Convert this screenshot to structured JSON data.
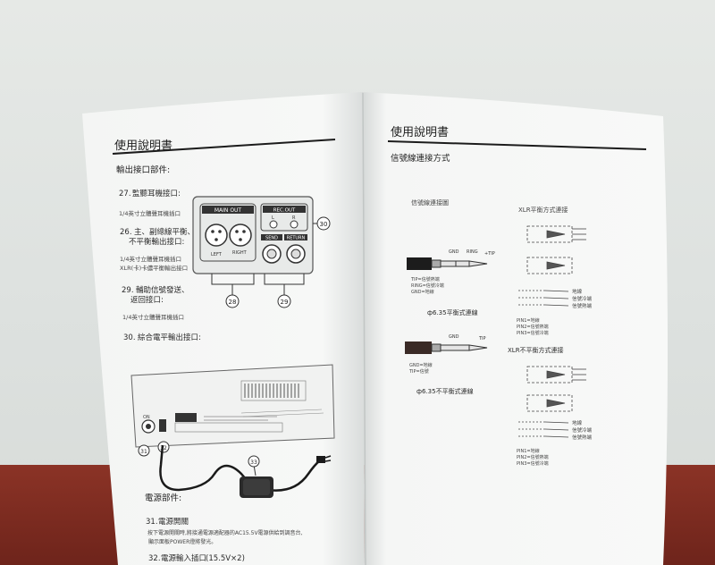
{
  "left_page": {
    "header": "使用說明書",
    "section_title": "輸出接口部件:",
    "items": [
      {
        "num": "27.",
        "title": "監聽耳機接口:",
        "note": "1/4英寸立體聲耳機插口"
      },
      {
        "num": "26.",
        "title": "主、副總線平衡、",
        "title2": "不平衡輸出接口:",
        "note": "1/4英寸立體聲耳機插口",
        "note2": "XLR(卡)卡儂平衡輸出接口"
      },
      {
        "num": "29.",
        "title": "輔助信號發送、",
        "title2": "返回接口:",
        "note": "1/4英寸立體聲耳機插口"
      },
      {
        "num": "30.",
        "title": "綜合電平輸出接口:"
      }
    ],
    "panel": {
      "main_out": "MAIN OUT",
      "left": "LEFT",
      "right": "RIGHT",
      "rec_out": "REC.OUT",
      "l": "L",
      "r": "R",
      "send": "SEND",
      "return": "RETURN",
      "callout_30": "30",
      "callout_28": "28",
      "callout_29": "29"
    },
    "back_callouts": {
      "c31": "31",
      "c32": "32",
      "c33": "33"
    },
    "power_section": "電源部件:",
    "power_items": [
      {
        "num": "31.",
        "title": "電源開關",
        "desc": "按下電源開關時,將接通電源適配器的AC15.5V電源供給到調音台,",
        "desc2": "顯示面板POWER燈將發光。"
      },
      {
        "num": "32.",
        "title": "電源輸入插口",
        "extra": "(15.5V×2)"
      }
    ]
  },
  "right_page": {
    "header": "使用說明書",
    "section_title": "信號線連接方式",
    "diagram_title": "信號線連接圖",
    "xlr_balanced": "XLR平衡方式連接",
    "xlr_unbalanced": "XLR不平衡方式連接",
    "jack_labels": {
      "gnd": "GND",
      "ring": "RING",
      "tip": "TIP",
      "plus": "+TIP"
    },
    "jack1_legend": [
      "TIP=信號熱端",
      "RING=信號冷端",
      "GND=地線"
    ],
    "jack1_caption": "ф6.35平衡式連線",
    "jack2_legend": [
      "GND=地線",
      "TIP=信號"
    ],
    "jack2_caption": "ф6.35不平衡式連線",
    "xlr_legend": [
      "地線",
      "信號冷端",
      "信號熱端"
    ],
    "pin_legend1": [
      "PIN1=地線",
      "PIN2=信號熱端",
      "PIN3=信號冷端"
    ],
    "pin_legend2": [
      "PIN1=地線",
      "PIN2=信號熱端",
      "PIN3=信號冷端"
    ]
  },
  "colors": {
    "table": "#7a2a1f",
    "wall": "#e2e5e2",
    "paper": "#f7f8f7",
    "ink": "#2a2a2a"
  }
}
